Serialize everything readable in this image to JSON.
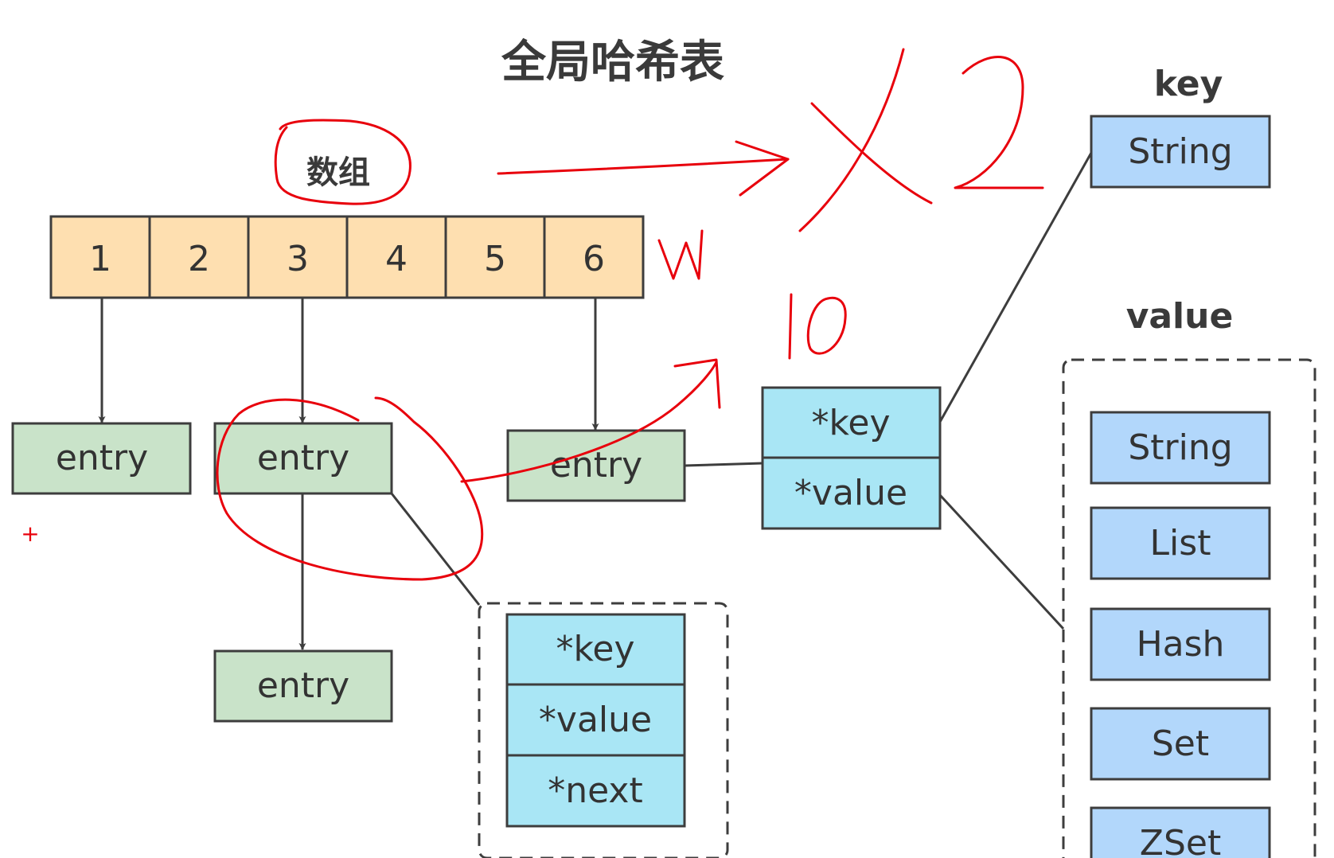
{
  "title": "全局哈希表",
  "array": {
    "label": "数组",
    "cells": [
      "1",
      "2",
      "3",
      "4",
      "5",
      "6"
    ]
  },
  "entry_label": "entry",
  "entry_struct_fields": [
    "*key",
    "*value",
    "*next"
  ],
  "kv_fields": [
    "*key",
    "*value"
  ],
  "key_section": {
    "heading": "key",
    "types": [
      "String"
    ]
  },
  "value_section": {
    "heading": "value",
    "types": [
      "String",
      "List",
      "Hash",
      "Set",
      "ZSet"
    ]
  },
  "annotations": {
    "w": "w",
    "ten": "10",
    "x2": "X2",
    "plus": "+"
  },
  "colors": {
    "array_fill": "#fedfb0",
    "entry_fill": "#c9e3c9",
    "pointer_fill": "#a9e6f5",
    "type_fill": "#b2d7fb",
    "stroke": "#3d3d3d",
    "annotation_red": "#e8000c"
  }
}
